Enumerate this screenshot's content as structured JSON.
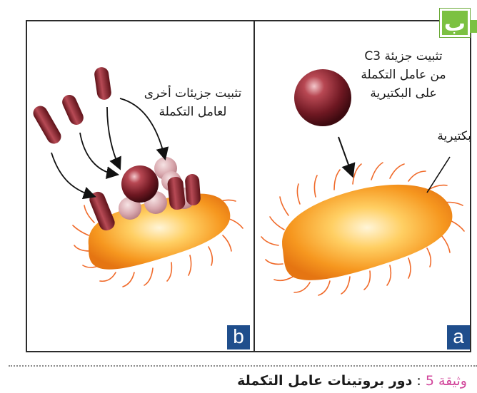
{
  "corner_badge": "ب",
  "panel_a": {
    "badge": "a",
    "label_c3": [
      "تثبيت جزيئة C3",
      "من عامل التكملة",
      "على البكتيرية"
    ],
    "label_bacterium": "بكتيرية"
  },
  "panel_b": {
    "badge": "b",
    "label_others": [
      "تثبيت جزيئات أخرى",
      "لعامل التكملة"
    ]
  },
  "caption": {
    "label": "وثيقة 5",
    "title": "دور بروتينات عامل التكملة"
  },
  "colors": {
    "badge_green": "#7cc142",
    "panel_badge_blue": "#1f4e8c",
    "bacterium_orange": "#f39a22",
    "complement_maroon": "#8e2430",
    "caption_pink": "#d1449a"
  }
}
